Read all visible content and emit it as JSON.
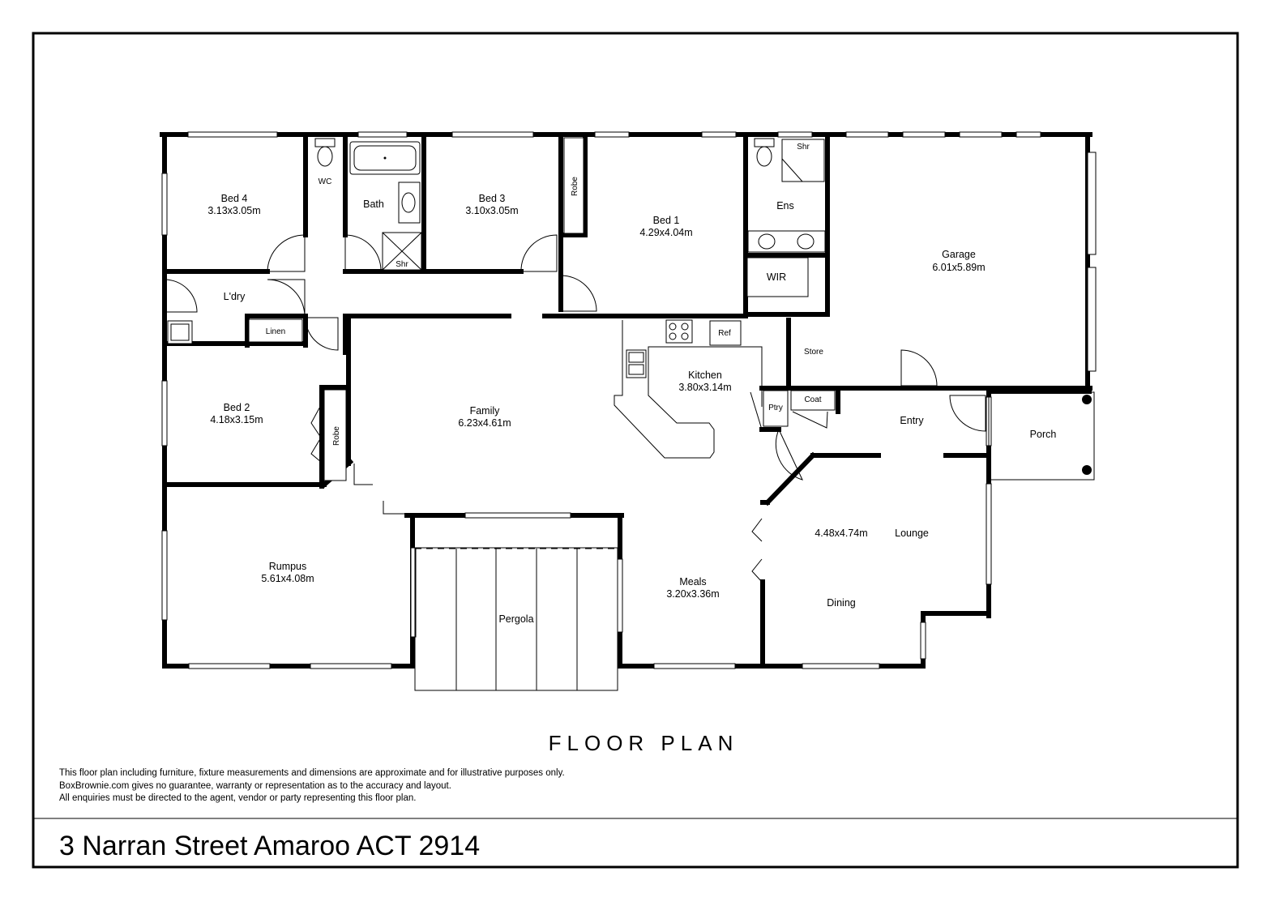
{
  "heading": "FLOOR PLAN",
  "disclaimer": [
    "This floor plan including furniture, fixture measurements and dimensions are approximate and for illustrative purposes only.",
    "BoxBrownie.com gives no guarantee, warranty or representation as to the accuracy and layout.",
    "All enquiries must be directed to the agent, vendor or party representing this floor plan."
  ],
  "address": "3 Narran Street Amaroo ACT 2914",
  "rooms": {
    "bed4": {
      "name": "Bed 4",
      "dims": "3.13x3.05m"
    },
    "wc": {
      "name": "WC"
    },
    "bath": {
      "name": "Bath"
    },
    "bath_shr": {
      "name": "Shr"
    },
    "bed3": {
      "name": "Bed 3",
      "dims": "3.10x3.05m"
    },
    "robe_top": {
      "name": "Robe"
    },
    "bed1": {
      "name": "Bed 1",
      "dims": "4.29x4.04m"
    },
    "ens_shr": {
      "name": "Shr"
    },
    "ens": {
      "name": "Ens"
    },
    "wir": {
      "name": "WIR"
    },
    "garage": {
      "name": "Garage",
      "dims": "6.01x5.89m"
    },
    "laundry": {
      "name": "L'dry"
    },
    "linen": {
      "name": "Linen"
    },
    "store": {
      "name": "Store"
    },
    "ref": {
      "name": "Ref"
    },
    "kitchen": {
      "name": "Kitchen",
      "dims": "3.80x3.14m"
    },
    "ptry": {
      "name": "Ptry"
    },
    "coat": {
      "name": "Coat"
    },
    "entry": {
      "name": "Entry"
    },
    "porch": {
      "name": "Porch"
    },
    "bed2": {
      "name": "Bed 2",
      "dims": "4.18x3.15m"
    },
    "robe_bed2": {
      "name": "Robe"
    },
    "family": {
      "name": "Family",
      "dims": "6.23x4.61m"
    },
    "lounge": {
      "name": "Lounge",
      "dims": "4.48x4.74m"
    },
    "dining": {
      "name": "Dining"
    },
    "rumpus": {
      "name": "Rumpus",
      "dims": "5.61x4.08m"
    },
    "pergola": {
      "name": "Pergola"
    },
    "meals": {
      "name": "Meals",
      "dims": "3.20x3.36m"
    }
  }
}
